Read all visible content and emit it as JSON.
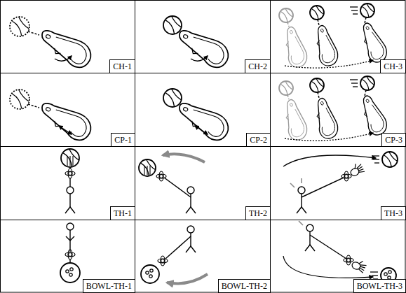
{
  "diagram": {
    "nodes": [
      {
        "text": [
          "CH-1"
        ]
      },
      {
        "text": [
          "CH-2"
        ]
      },
      {
        "text": [
          "CH-3"
        ]
      },
      {
        "text": [
          "CP-1"
        ]
      },
      {
        "text": [
          "CP-2"
        ]
      },
      {
        "text": [
          "CP-3"
        ]
      },
      {
        "text": [
          "TH-1"
        ]
      },
      {
        "text": [
          "TH-2"
        ]
      },
      {
        "text": [
          "TH-3"
        ]
      },
      {
        "text": [
          "BOWL-TH-1"
        ]
      },
      {
        "text": [
          "BOWL-TH-2"
        ]
      },
      {
        "text": [
          "BOWL-TH-3"
        ]
      }
    ]
  }
}
